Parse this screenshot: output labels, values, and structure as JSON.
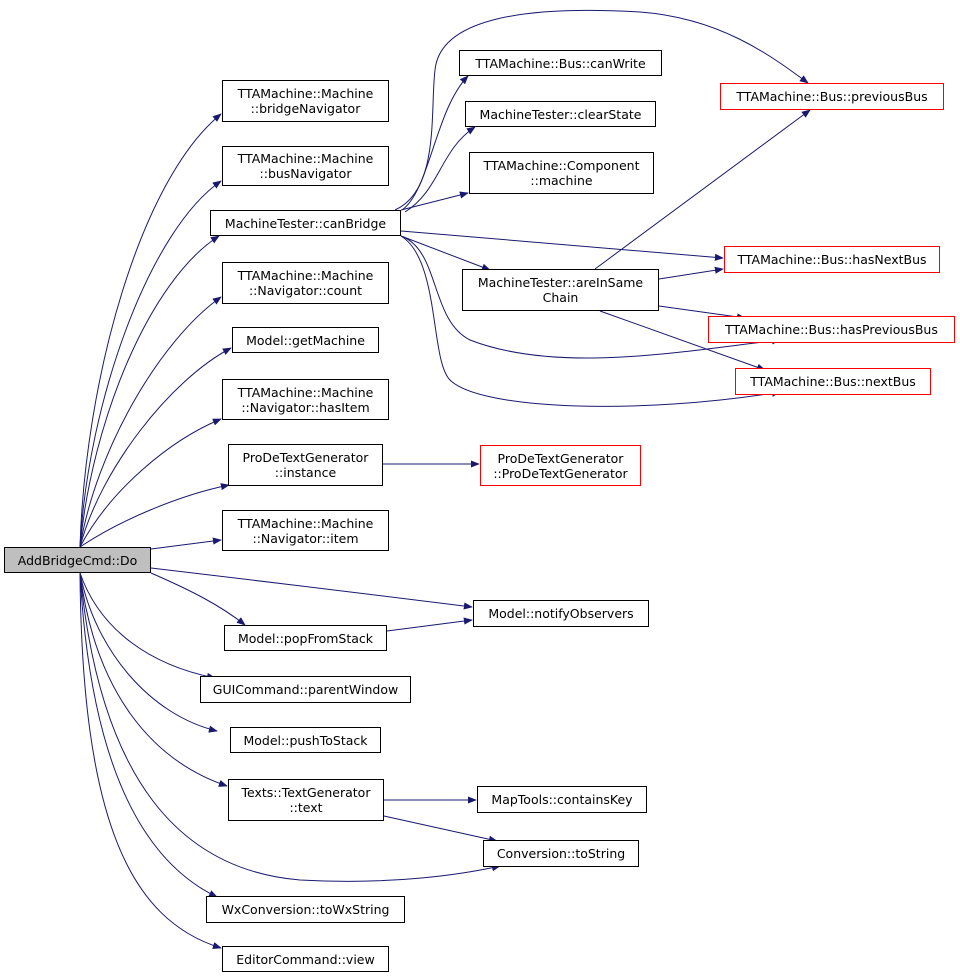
{
  "colors": {
    "edge": "#191970",
    "border": "#000000",
    "truncated_border": "#ff0000",
    "root_fill": "#bfbfbf"
  },
  "root": {
    "label": "AddBridgeCmd::Do"
  },
  "nodes": {
    "bridgeNavigator": {
      "line1": "TTAMachine::Machine",
      "line2": "::bridgeNavigator"
    },
    "busNavigator": {
      "line1": "TTAMachine::Machine",
      "line2": "::busNavigator"
    },
    "canBridge": {
      "line1": "MachineTester::canBridge"
    },
    "count": {
      "line1": "TTAMachine::Machine",
      "line2": "::Navigator::count"
    },
    "getMachine": {
      "line1": "Model::getMachine"
    },
    "hasItem": {
      "line1": "TTAMachine::Machine",
      "line2": "::Navigator::hasItem"
    },
    "instance": {
      "line1": "ProDeTextGenerator",
      "line2": "::instance"
    },
    "item": {
      "line1": "TTAMachine::Machine",
      "line2": "::Navigator::item"
    },
    "popFromStack": {
      "line1": "Model::popFromStack"
    },
    "parentWindow": {
      "line1": "GUICommand::parentWindow"
    },
    "pushToStack": {
      "line1": "Model::pushToStack"
    },
    "text": {
      "line1": "Texts::TextGenerator",
      "line2": "::text"
    },
    "toWxString": {
      "line1": "WxConversion::toWxString"
    },
    "view": {
      "line1": "EditorCommand::view"
    },
    "canWrite": {
      "line1": "TTAMachine::Bus::canWrite"
    },
    "clearState": {
      "line1": "MachineTester::clearState"
    },
    "machine": {
      "line1": "TTAMachine::Component",
      "line2": "::machine"
    },
    "areInSameChain": {
      "line1": "MachineTester::areInSame",
      "line2": "Chain"
    },
    "ProDeTextGenerator": {
      "line1": "ProDeTextGenerator",
      "line2": "::ProDeTextGenerator"
    },
    "notifyObservers": {
      "line1": "Model::notifyObservers"
    },
    "containsKey": {
      "line1": "MapTools::containsKey"
    },
    "toString": {
      "line1": "Conversion::toString"
    },
    "previousBus": {
      "line1": "TTAMachine::Bus::previousBus"
    },
    "hasNextBus": {
      "line1": "TTAMachine::Bus::hasNextBus"
    },
    "hasPreviousBus": {
      "line1": "TTAMachine::Bus::hasPreviousBus"
    },
    "nextBus": {
      "line1": "TTAMachine::Bus::nextBus"
    }
  }
}
